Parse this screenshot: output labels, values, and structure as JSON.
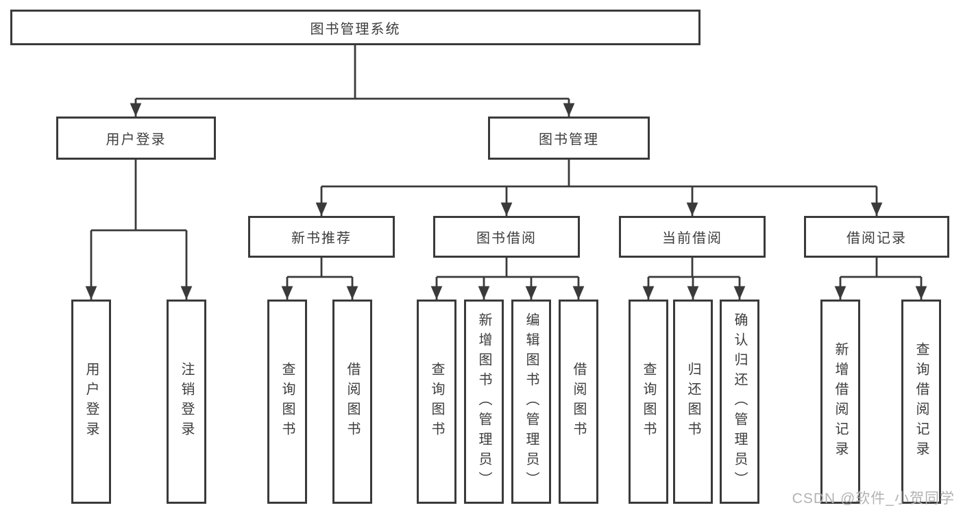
{
  "tree": {
    "label": "图书管理系统",
    "children": [
      {
        "label": "用户登录",
        "children": [
          {
            "label": "用户登录"
          },
          {
            "label": "注销登录"
          }
        ]
      },
      {
        "label": "图书管理",
        "children": [
          {
            "label": "新书推荐",
            "children": [
              {
                "label": "查询图书"
              },
              {
                "label": "借阅图书"
              }
            ]
          },
          {
            "label": "图书借阅",
            "children": [
              {
                "label": "查询图书"
              },
              {
                "label": "新增图书（管理员）"
              },
              {
                "label": "编辑图书（管理员）"
              },
              {
                "label": "借阅图书"
              }
            ]
          },
          {
            "label": "当前借阅",
            "children": [
              {
                "label": "查询图书"
              },
              {
                "label": "归还图书"
              },
              {
                "label": "确认归还（管理员）"
              }
            ]
          },
          {
            "label": "借阅记录",
            "children": [
              {
                "label": "新增借阅记录"
              },
              {
                "label": "查询借阅记录"
              }
            ]
          }
        ]
      }
    ]
  },
  "watermark": {
    "text": "CSDN @软件_小贺同学"
  },
  "colors": {
    "line": "#3a3a3a",
    "text": "#3d3d3d",
    "watermark": "#b2b2b2",
    "background": "#ffffff"
  }
}
